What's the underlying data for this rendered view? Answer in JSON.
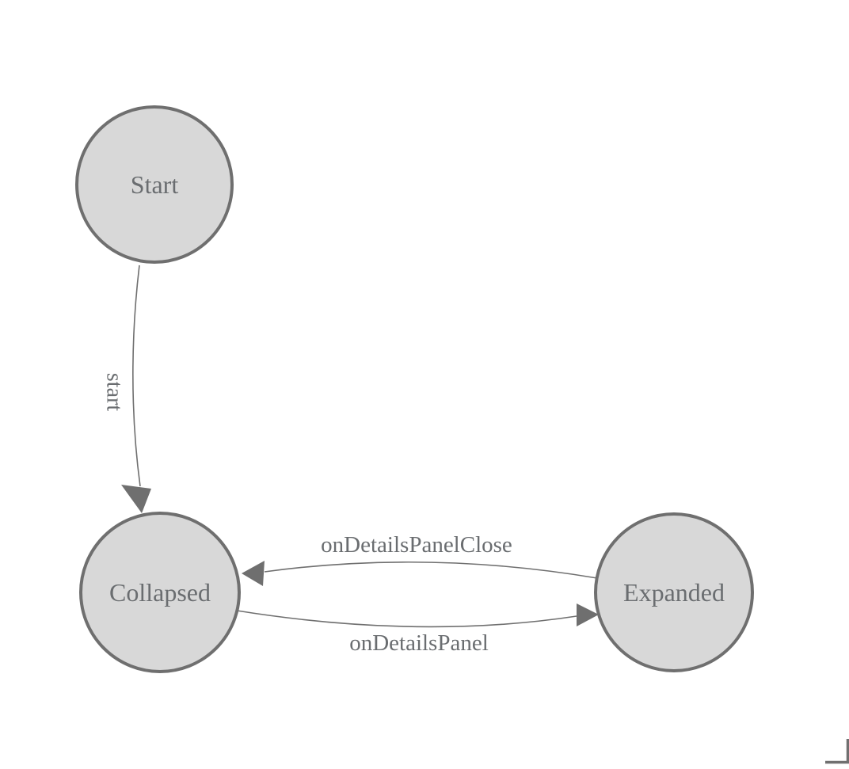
{
  "diagram": {
    "type": "state-machine",
    "colors": {
      "background": "#ffffff",
      "node_fill": "#d8d8d8",
      "node_stroke": "#6f6f6f",
      "edge": "#6f6f6f",
      "text": "#6a6d70",
      "corner_mark": "#707070"
    },
    "nodes": [
      {
        "id": "start",
        "label": "Start"
      },
      {
        "id": "collapsed",
        "label": "Collapsed"
      },
      {
        "id": "expanded",
        "label": "Expanded"
      }
    ],
    "edges": [
      {
        "from": "Start",
        "to": "Collapsed",
        "label": "start"
      },
      {
        "from": "Expanded",
        "to": "Collapsed",
        "label": "onDetailsPanelClose"
      },
      {
        "from": "Collapsed",
        "to": "Expanded",
        "label": "onDetailsPanel"
      }
    ]
  }
}
